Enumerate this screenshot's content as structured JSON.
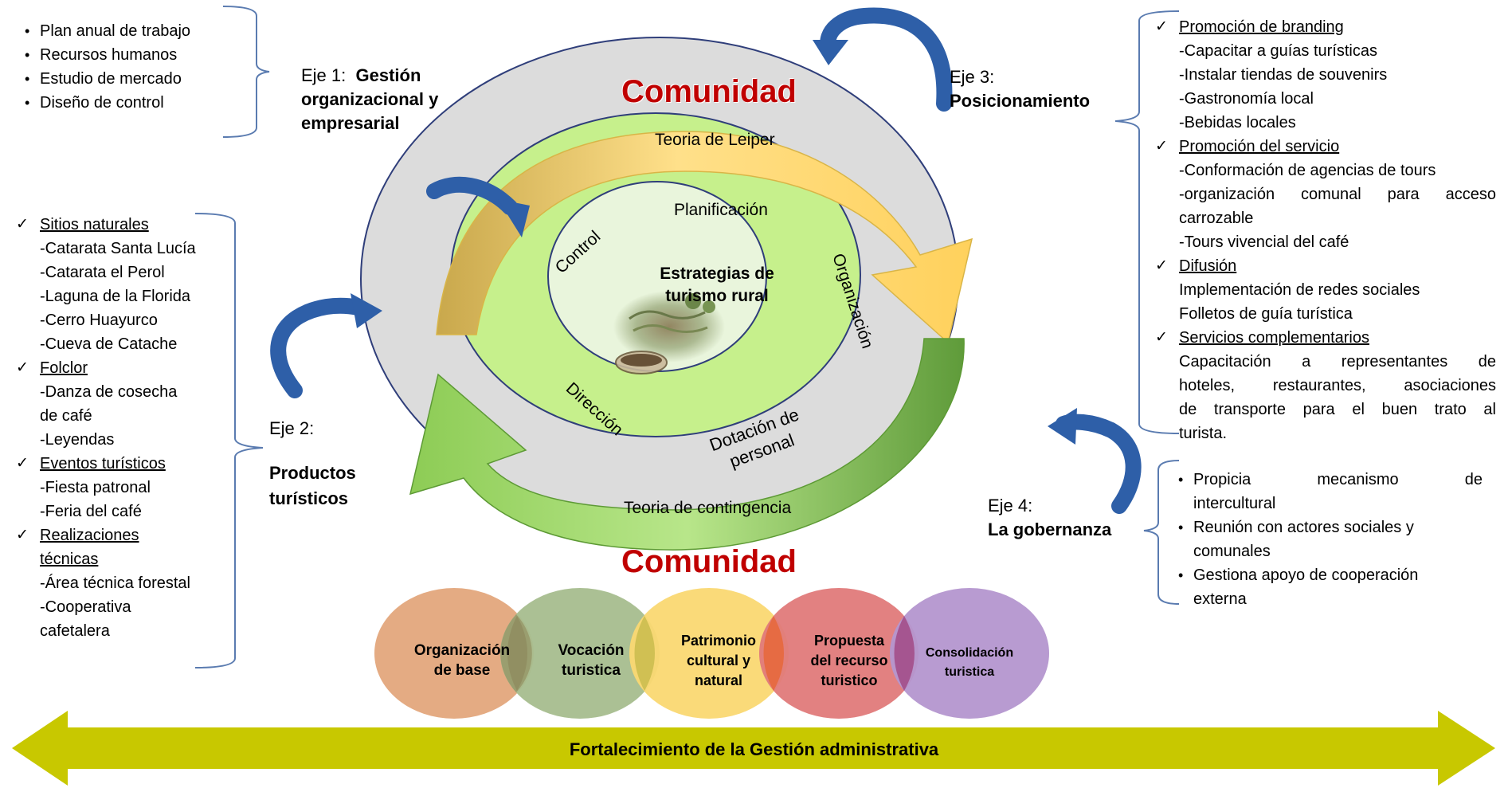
{
  "eje1": {
    "items": [
      "Plan anual de trabajo",
      "Recursos humanos",
      "Estudio de mercado",
      "Diseño de control"
    ],
    "label": "Eje 1:",
    "title_line1": "Gestión",
    "title_line2": "organizacional y",
    "title_line3": "empresarial"
  },
  "eje2": {
    "label": "Eje 2:",
    "title_line1": "Productos",
    "title_line2": "turísticos",
    "list": [
      {
        "kind": "h",
        "text": "Sitios naturales"
      },
      {
        "kind": "s",
        "text": "-Catarata Santa Lucía"
      },
      {
        "kind": "s",
        "text": "-Catarata el Perol"
      },
      {
        "kind": "s",
        "text": "-Laguna de la Florida"
      },
      {
        "kind": "s",
        "text": "-Cerro Huayurco"
      },
      {
        "kind": "s",
        "text": "-Cueva de Catache"
      },
      {
        "kind": "h",
        "text": "Folclor"
      },
      {
        "kind": "s",
        "text": "-Danza de cosecha"
      },
      {
        "kind": "s",
        "text": "de café"
      },
      {
        "kind": "s",
        "text": "-Leyendas"
      },
      {
        "kind": "h",
        "text": "Eventos turísticos"
      },
      {
        "kind": "s",
        "text": "-Fiesta patronal"
      },
      {
        "kind": "s",
        "text": "-Feria del café"
      },
      {
        "kind": "h",
        "text": "Realizaciones"
      },
      {
        "kind": "hs",
        "text": "técnicas"
      },
      {
        "kind": "s",
        "text": "-Área técnica forestal"
      },
      {
        "kind": "s",
        "text": "-Cooperativa"
      },
      {
        "kind": "s",
        "text": "cafetalera"
      }
    ]
  },
  "eje3": {
    "label": "Eje 3:",
    "title": "Posicionamiento",
    "list": [
      {
        "kind": "h",
        "text": "Promoción de branding"
      },
      {
        "kind": "s",
        "text": "-Capacitar a guías turísticas"
      },
      {
        "kind": "s",
        "text": "-Instalar tiendas de souvenirs"
      },
      {
        "kind": "s",
        "text": "-Gastronomía local"
      },
      {
        "kind": "s",
        "text": "-Bebidas locales"
      },
      {
        "kind": "h",
        "text": "Promoción del servicio"
      },
      {
        "kind": "s",
        "text": "-Conformación de agencias de tours"
      },
      {
        "kind": "s",
        "text": "-organización comunal para acceso"
      },
      {
        "kind": "s",
        "text": "carrozable"
      },
      {
        "kind": "s",
        "text": "-Tours vivencial del café"
      },
      {
        "kind": "h",
        "text": "Difusión"
      },
      {
        "kind": "s",
        "text": "Implementación de redes sociales"
      },
      {
        "kind": "s",
        "text": "Folletos de guía turística"
      },
      {
        "kind": "h",
        "text": "Servicios complementarios"
      },
      {
        "kind": "s",
        "text": "Capacitación a representantes de"
      },
      {
        "kind": "s",
        "text": "hoteles, restaurantes, asociaciones"
      },
      {
        "kind": "s",
        "text": "de transporte para el buen trato al"
      },
      {
        "kind": "s",
        "text": "turista."
      }
    ]
  },
  "eje4": {
    "label": "Eje 4:",
    "title": "La gobernanza",
    "items": [
      {
        "line1": "Propicia mecanismo de",
        "line2": "intercultural"
      },
      {
        "line1": "Reunión con actores sociales y",
        "line2": "comunales"
      },
      {
        "line1": "Gestiona apoyo de cooperación",
        "line2": "externa"
      }
    ]
  },
  "center": {
    "comunidad_top": "Comunidad",
    "comunidad_bottom": "Comunidad",
    "leiper": "Teoria de Leiper",
    "contingencia": "Teoria de contingencia",
    "planificacion": "Planificación",
    "organizacion": "Organización",
    "control": "Control",
    "direccion": "Dirección",
    "dotacion_line1": "Dotación de",
    "dotacion_line2": "personal",
    "core_line1": "Estrategias de",
    "core_line2": "turismo rural"
  },
  "stages": [
    {
      "line1": "Organización",
      "line2": "de base",
      "line3": "",
      "color": "#e3a67c"
    },
    {
      "line1": "Vocación",
      "line2": "turistica",
      "line3": "",
      "color": "#a7bd8e"
    },
    {
      "line1": "Patrimonio",
      "line2": "cultural y",
      "line3": "natural",
      "color": "#fad872"
    },
    {
      "line1": "Propuesta",
      "line2": "del recurso",
      "line3": "turistico",
      "color": "#e07a7a"
    },
    {
      "line1": "Consolidación",
      "line2": "turistica",
      "line3": "",
      "color": "#b496cf"
    }
  ],
  "bottom_arrow": "Fortalecimiento de la Gestión administrativa",
  "colors": {
    "comunidad": "#c00000",
    "outer_ring": "#dcdcdc",
    "middle_ring": "#c6f08c",
    "inner_core": "#e9f5dc",
    "yellow_arrow": "#ffd966",
    "green_arrow": "#70ad47",
    "curved_arrows": "#2e5fa8",
    "bottom_arrow": "#c8c800"
  }
}
